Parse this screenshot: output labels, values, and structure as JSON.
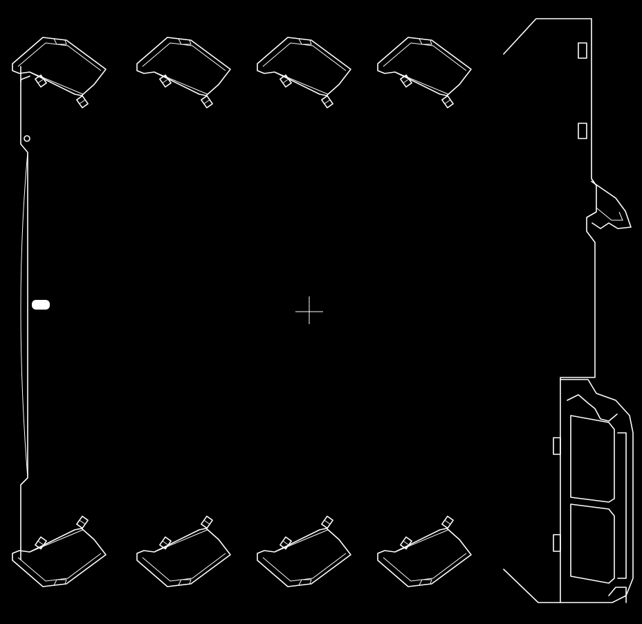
{
  "drawing": {
    "kind": "cad-outline",
    "line_color": "#ffffff",
    "background_color": "#000000",
    "top_terminal_blocks": 4,
    "bottom_terminal_blocks": 4,
    "features": [
      "housing-outline",
      "top-terminal-blocks",
      "bottom-terminal-blocks",
      "din-rail-clip",
      "side-latch",
      "center-crosshair"
    ]
  }
}
